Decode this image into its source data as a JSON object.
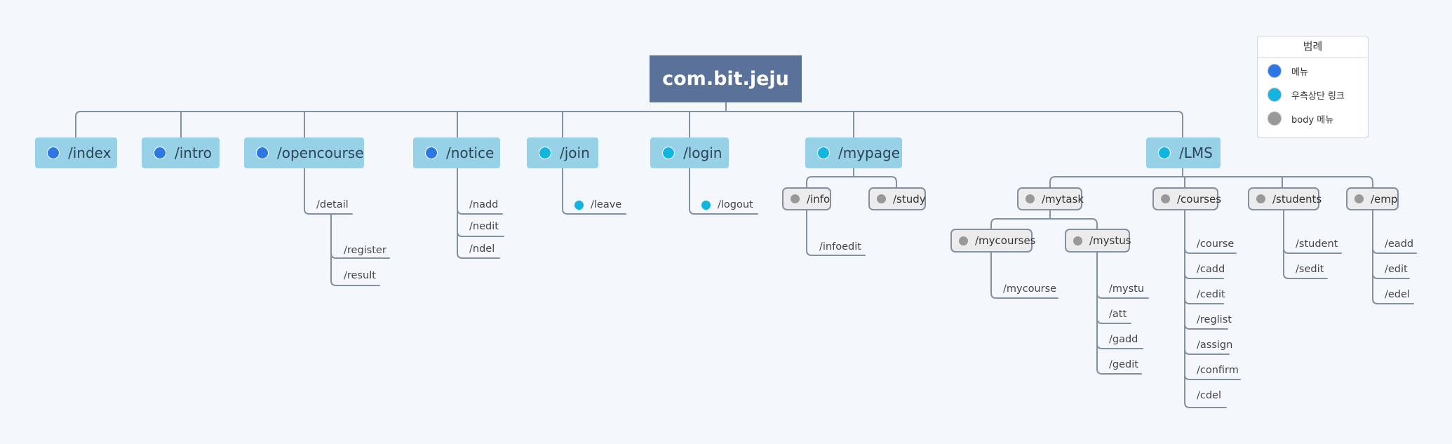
{
  "root": {
    "label": "com.bit.jeju"
  },
  "colors": {
    "menu": "#2b78e4",
    "topright_link": "#12b5e0",
    "body_menu": "#999999",
    "line": "#8390a2",
    "root_bg": "#5a7199",
    "level1_bg": "#96d1e8"
  },
  "legend": {
    "title": "범례",
    "items": [
      {
        "label": "메뉴",
        "kind": "menu"
      },
      {
        "label": "우측상단 링크",
        "kind": "topright_link"
      },
      {
        "label": "body 메뉴",
        "kind": "body_menu"
      }
    ]
  },
  "nodes": {
    "index": "/index",
    "intro": "/intro",
    "opencourse": "/opencourse",
    "detail": "/detail",
    "register": "/register",
    "result": "/result",
    "notice": "/notice",
    "nadd": "/nadd",
    "nedit": "/nedit",
    "ndel": "/ndel",
    "join": "/join",
    "leave": "/leave",
    "login": "/login",
    "logout": "/logout",
    "mypage": "/mypage",
    "info": "/info",
    "infoedit": "/infoedit",
    "study": "/study",
    "lms": "/LMS",
    "mytask": "/mytask",
    "mycourses": "/mycourses",
    "mycourse": "/mycourse",
    "mystus": "/mystus",
    "mystu": "/mystu",
    "att": "/att",
    "gadd": "/gadd",
    "gedit": "/gedit",
    "courses": "/courses",
    "course": "/course",
    "cadd": "/cadd",
    "cedit": "/cedit",
    "reglist": "/reglist",
    "assign": "/assign",
    "confirm": "/confirm",
    "cdel": "/cdel",
    "students": "/students",
    "student": "/student",
    "sedit": "/sedit",
    "emp": "/emp",
    "eadd": "/eadd",
    "edit": "/edit",
    "edel": "/edel"
  }
}
